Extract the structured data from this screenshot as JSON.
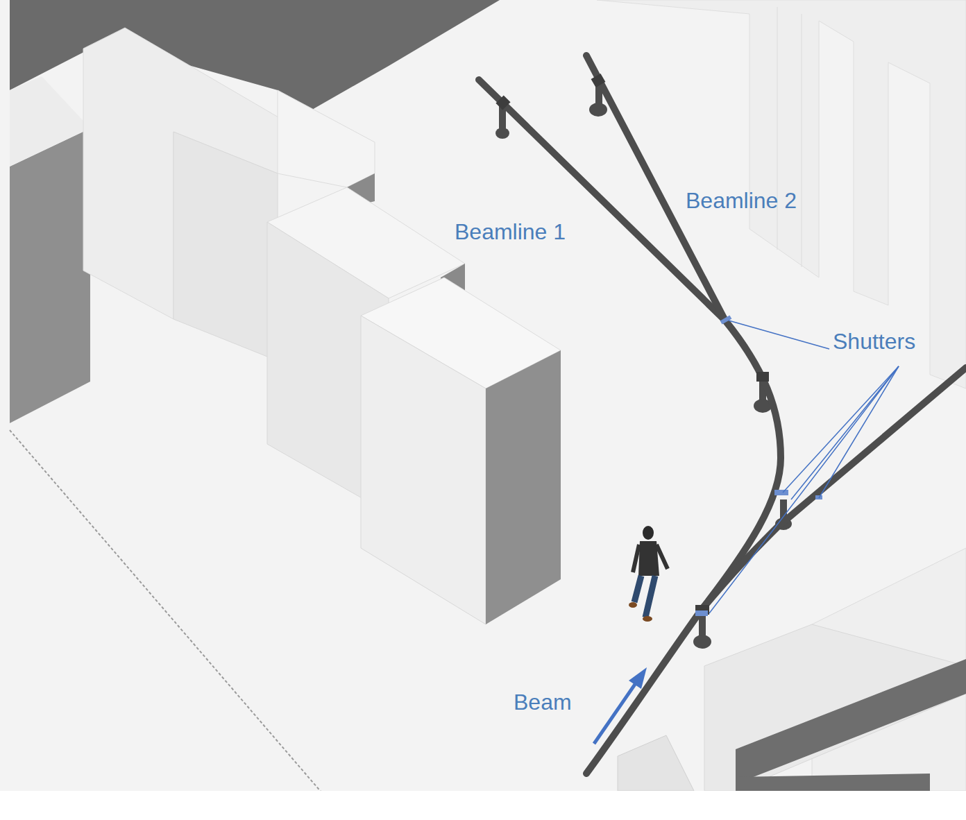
{
  "diagram": {
    "labels": [
      "Beamline 2",
      "Beamline 1",
      "Shutters",
      "Beam"
    ]
  }
}
